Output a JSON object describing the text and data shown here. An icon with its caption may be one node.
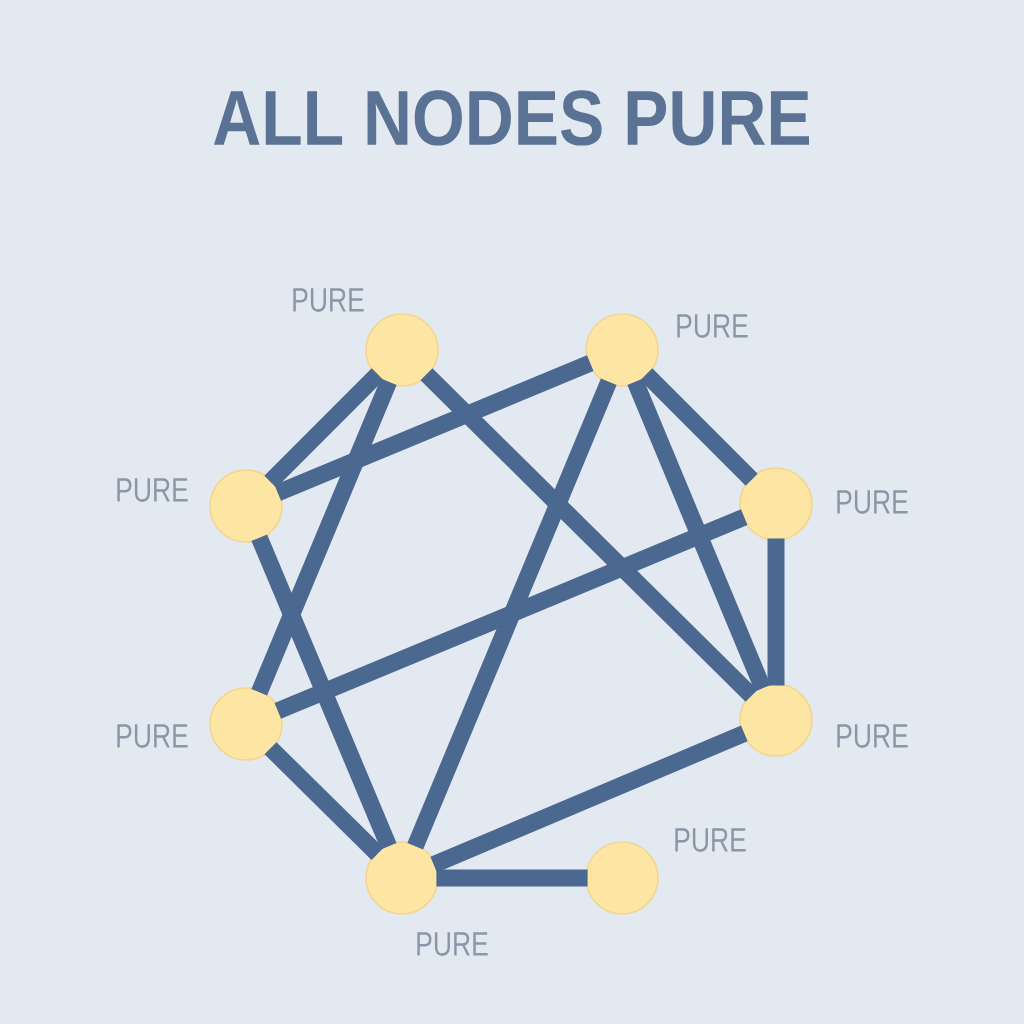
{
  "diagram": {
    "title": "ALL NODES PURE",
    "nodes": [
      {
        "text": [],
        "shape": "circle",
        "beside": [
          "PURE"
        ]
      },
      {
        "text": [],
        "shape": "circle",
        "beside": [
          "PURE"
        ]
      },
      {
        "text": [],
        "shape": "circle",
        "beside": [
          "PURE"
        ]
      },
      {
        "text": [],
        "shape": "circle",
        "beside": [
          "PURE"
        ]
      },
      {
        "text": [],
        "shape": "circle",
        "beside": [
          "PURE"
        ]
      },
      {
        "text": [],
        "shape": "circle",
        "beside": [
          "PURE"
        ]
      },
      {
        "text": [],
        "shape": "circle",
        "beside": [
          "PURE"
        ]
      },
      {
        "text": [],
        "shape": "circle",
        "beside": [
          "PURE"
        ]
      }
    ],
    "edges": [
      {
        "from": 0,
        "to": 2,
        "arrow": "none"
      },
      {
        "from": 0,
        "to": 4,
        "arrow": "none"
      },
      {
        "from": 0,
        "to": 5,
        "arrow": "none"
      },
      {
        "from": 1,
        "to": 2,
        "arrow": "none"
      },
      {
        "from": 1,
        "to": 6,
        "arrow": "none"
      },
      {
        "from": 1,
        "to": 3,
        "arrow": "none"
      },
      {
        "from": 1,
        "to": 5,
        "arrow": "none"
      },
      {
        "from": 2,
        "to": 6,
        "arrow": "none"
      },
      {
        "from": 3,
        "to": 4,
        "arrow": "none"
      },
      {
        "from": 3,
        "to": 5,
        "arrow": "none"
      },
      {
        "from": 4,
        "to": 6,
        "arrow": "none"
      },
      {
        "from": 5,
        "to": 6,
        "arrow": "none"
      },
      {
        "from": 6,
        "to": 7,
        "arrow": "none"
      }
    ]
  }
}
